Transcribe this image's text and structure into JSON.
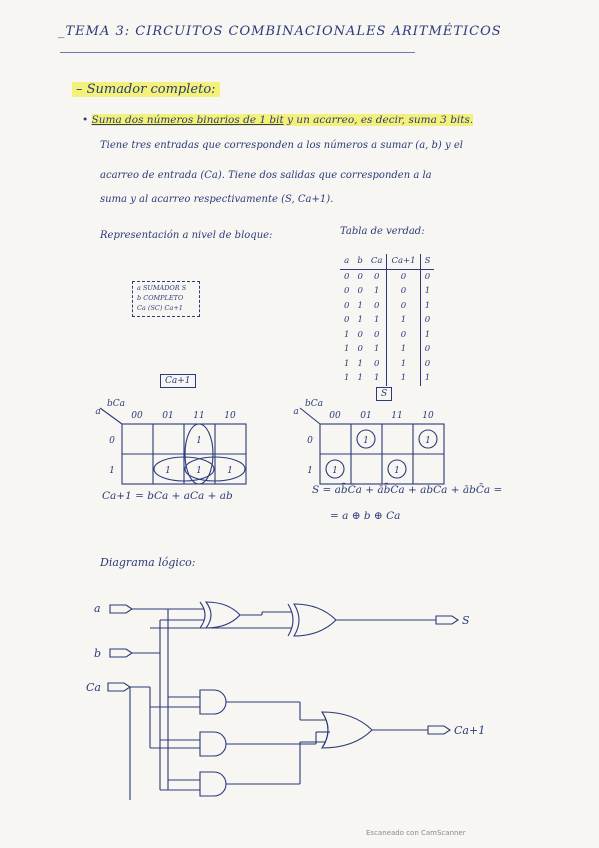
{
  "doc": {
    "title": "_TEMA 3: CIRCUITOS COMBINACIONALES ARITMÉTICOS",
    "section": "– Sumador completo:",
    "bullet_hl": "Suma dos números binarios de 1 bit",
    "bullet_rest": " y un acarreo, es decir, suma 3 bits.",
    "para_1": "Tiene tres entradas que corresponden a los números a sumar (a, b) y el",
    "para_2": "acarreo de entrada (Ca). Tiene dos salidas que corresponden a la",
    "para_3": "suma y al acarreo respectivamente (S, Ca+1).",
    "block_label": "Representación a nivel de bloque:",
    "truth_label": "Tabla de verdad:",
    "footer": "Escaneado con CamScanner"
  },
  "block": {
    "line1": "a  SUMADOR  S",
    "line2": "b  COMPLETO",
    "line3": "Ca  (SC)  Ca+1"
  },
  "truth_table": {
    "headers": [
      "a",
      "b",
      "Ca",
      "Ca+1",
      "S"
    ],
    "rows": [
      [
        "0",
        "0",
        "0",
        "0",
        "0"
      ],
      [
        "0",
        "0",
        "1",
        "0",
        "1"
      ],
      [
        "0",
        "1",
        "0",
        "0",
        "1"
      ],
      [
        "0",
        "1",
        "1",
        "1",
        "0"
      ],
      [
        "1",
        "0",
        "0",
        "0",
        "1"
      ],
      [
        "1",
        "0",
        "1",
        "1",
        "0"
      ],
      [
        "1",
        "1",
        "0",
        "1",
        "0"
      ],
      [
        "1",
        "1",
        "1",
        "1",
        "1"
      ]
    ]
  },
  "kmaps": {
    "carry_title": "Ca+1",
    "sum_title": "S",
    "corner_row": "a",
    "corner_col": "bCa",
    "col_headers": [
      "00",
      "01",
      "11",
      "10"
    ],
    "row_headers": [
      "0",
      "1"
    ],
    "one_value": "1",
    "carry_eq": "Ca+1 = bCa + aCa + ab",
    "sum_eq": "S = ab̄C̄a + āb̄Ca + abCa + ābC̄a =",
    "sum_eq2": "= a ⊕ b ⊕ Ca"
  },
  "diagram": {
    "title": "Diagrama lógico:",
    "in_a": "a",
    "in_b": "b",
    "in_ca": "Ca",
    "out_s": "S",
    "out_ca1": "Ca+1"
  },
  "colors": {
    "ink": "#2b3a7a",
    "highlight": "#f4f17a",
    "paper": "#f7f6f2"
  }
}
